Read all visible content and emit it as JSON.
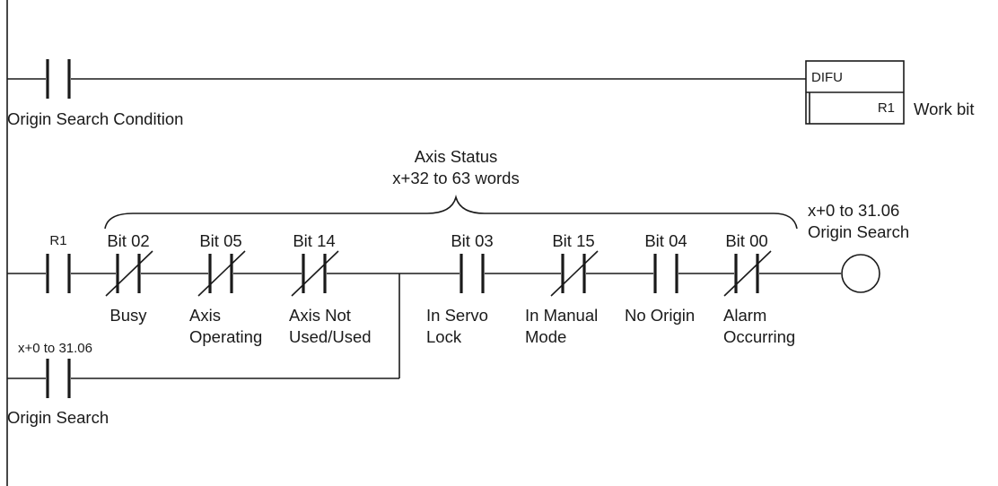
{
  "rung1": {
    "input_label": "Origin Search Condition",
    "instruction": "DIFU",
    "operand": "R1",
    "operand_note": "Work bit"
  },
  "rung2": {
    "brace_label_line1": "Axis Status",
    "brace_label_line2": "x+32 to 63 words",
    "first_contact": {
      "address": "R1"
    },
    "contacts": [
      {
        "bit": "Bit 02",
        "name_line1": "Busy",
        "name_line2": "",
        "type": "NC"
      },
      {
        "bit": "Bit 05",
        "name_line1": "Axis",
        "name_line2": "Operating",
        "type": "NC"
      },
      {
        "bit": "Bit 14",
        "name_line1": "Axis Not",
        "name_line2": "Used/Used",
        "type": "NC"
      },
      {
        "bit": "Bit 03",
        "name_line1": "In Servo",
        "name_line2": "Lock",
        "type": "NO"
      },
      {
        "bit": "Bit 15",
        "name_line1": "In Manual",
        "name_line2": "Mode",
        "type": "NC"
      },
      {
        "bit": "Bit 04",
        "name_line1": "No Origin",
        "name_line2": "",
        "type": "NO"
      },
      {
        "bit": "Bit 00",
        "name_line1": "Alarm",
        "name_line2": "Occurring",
        "type": "NC"
      }
    ],
    "output_coil": {
      "line1": "x+0 to 31.06",
      "line2": "Origin Search"
    },
    "branch_contact": {
      "address": "x+0 to 31.06",
      "name": "Origin Search"
    }
  }
}
